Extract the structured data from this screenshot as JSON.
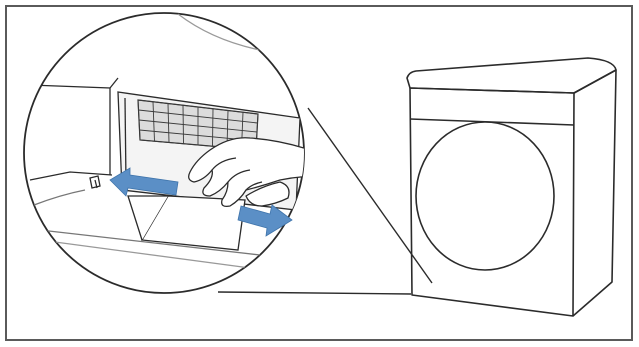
{
  "figure": {
    "depicts": "clean-filter-instruction",
    "elements": [
      "dryer-appliance",
      "magnified-filter-detail",
      "hands-removing-filter",
      "blue-direction-arrows"
    ]
  },
  "colors": {
    "frame_border": "#5a5a5a",
    "line_art": "#2b2b2b",
    "arrow_blue": "#5b8fc6",
    "arrow_blue_light": "#8fb8e0",
    "background": "#ffffff"
  }
}
